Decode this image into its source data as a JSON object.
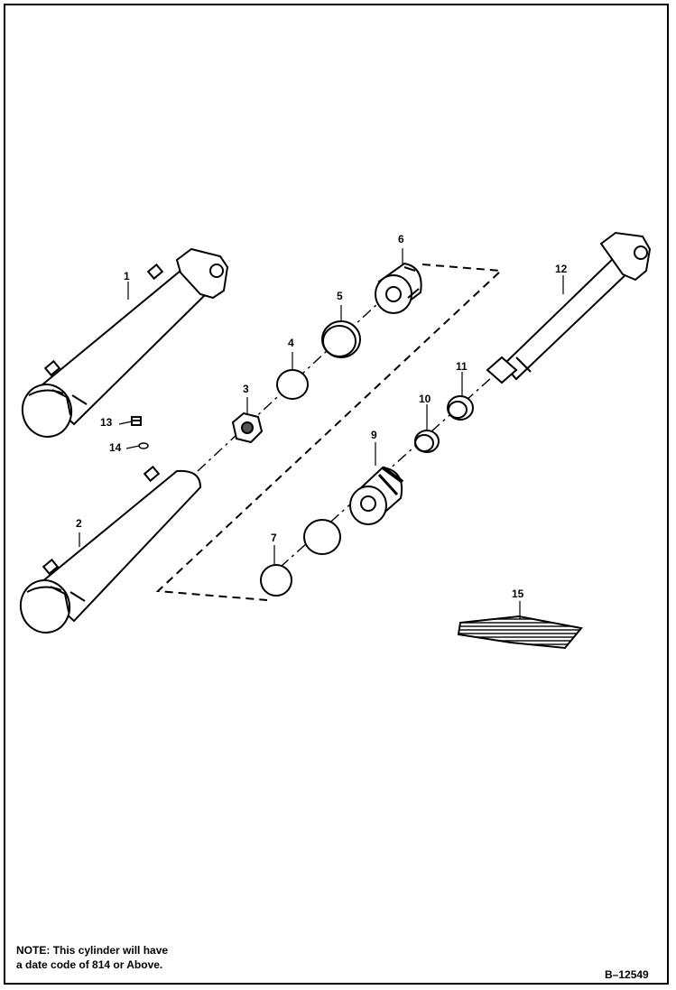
{
  "callouts": {
    "c1": "1",
    "c2": "2",
    "c3": "3",
    "c4": "4",
    "c5": "5",
    "c6": "6",
    "c7": "7",
    "c9": "9",
    "c10": "10",
    "c11": "11",
    "c12": "12",
    "c13": "13",
    "c14": "14",
    "c15": "15"
  },
  "note": {
    "label": "NOTE:",
    "line1": "This cylinder will have",
    "line2": "a date code of 814 or Above."
  },
  "drawing_number": "B–12549"
}
